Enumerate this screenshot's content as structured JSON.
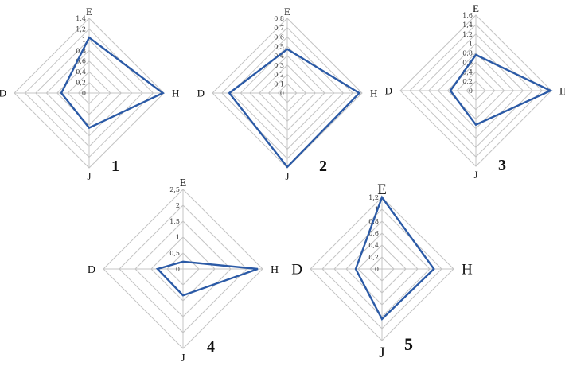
{
  "chart_data": [
    {
      "type": "radar",
      "title": "1",
      "axes": [
        "E",
        "H",
        "J",
        "D"
      ],
      "ticks": [
        "0",
        "0,2",
        "0,4",
        "0,6",
        "0,8",
        "1",
        "1,2",
        "1,4"
      ],
      "rlim": [
        0,
        1.4
      ],
      "values": [
        1.04,
        1.38,
        0.65,
        0.52
      ],
      "color": "#2b5aa6",
      "grid": true
    },
    {
      "type": "radar",
      "title": "2",
      "axes": [
        "E",
        "H",
        "J",
        "D"
      ],
      "ticks": [
        "0",
        "0,1",
        "0,2",
        "0,3",
        "0,4",
        "0,5",
        "0,6",
        "0,7",
        "0,8"
      ],
      "rlim": [
        0,
        0.8
      ],
      "values": [
        0.47,
        0.77,
        0.79,
        0.62
      ],
      "color": "#2b5aa6",
      "grid": true
    },
    {
      "type": "radar",
      "title": "3",
      "axes": [
        "E",
        "H",
        "J",
        "D"
      ],
      "ticks": [
        "0",
        "0,2",
        "0,4",
        "0,6",
        "0,8",
        "1",
        "1,2",
        "1,4",
        "1,6"
      ],
      "rlim": [
        0,
        1.6
      ],
      "values": [
        0.76,
        1.58,
        0.72,
        0.54
      ],
      "color": "#2b5aa6",
      "grid": true
    },
    {
      "type": "radar",
      "title": "4",
      "axes": [
        "E",
        "H",
        "J",
        "D"
      ],
      "ticks": [
        "0",
        "0,5",
        "1",
        "1,5",
        "2",
        "2,5"
      ],
      "rlim": [
        0,
        2.5
      ],
      "values": [
        0.23,
        2.35,
        0.83,
        0.8
      ],
      "color": "#2b5aa6",
      "grid": true
    },
    {
      "type": "radar",
      "title": "5",
      "axes": [
        "E",
        "H",
        "J",
        "D"
      ],
      "ticks": [
        "0",
        "0,2",
        "0,4",
        "0,6",
        "0,8",
        "1",
        "1,2"
      ],
      "rlim": [
        0,
        1.2
      ],
      "values": [
        1.2,
        0.87,
        0.84,
        0.44
      ],
      "color": "#2b5aa6",
      "grid": true
    }
  ]
}
